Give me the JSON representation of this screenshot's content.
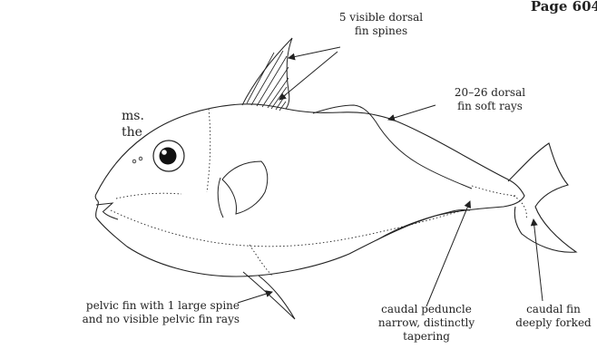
{
  "page": {
    "number_label": "Page 604"
  },
  "margin_text": [
    "ms.",
    "the"
  ],
  "labels": {
    "dorsal_spines": [
      "5 visible dorsal",
      "fin spines"
    ],
    "dorsal_soft_rays": [
      "20–26 dorsal",
      "fin soft rays"
    ],
    "pelvic_fin": [
      "pelvic fin with 1 large spine",
      "and no visible pelvic fin rays"
    ],
    "caudal_peduncle": [
      "caudal peduncle",
      "narrow, distinctly",
      "tapering"
    ],
    "caudal_fin": [
      "caudal fin",
      "deeply forked"
    ]
  }
}
